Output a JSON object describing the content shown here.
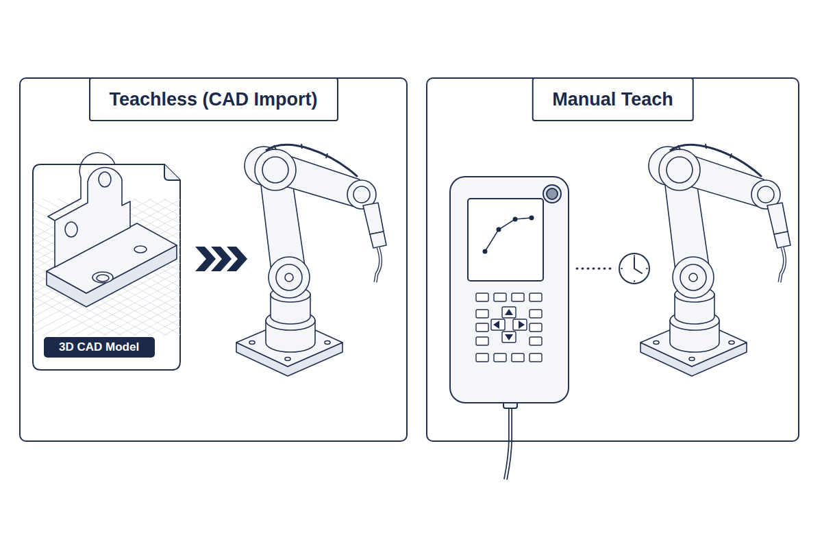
{
  "diagram": {
    "nodes": [
      {
        "text": [
          "Teachless (CAD Import)"
        ]
      },
      {
        "text": [
          "3D CAD Model"
        ],
        "in": 0
      },
      {
        "text": [
          "Manual Teach"
        ]
      }
    ]
  }
}
